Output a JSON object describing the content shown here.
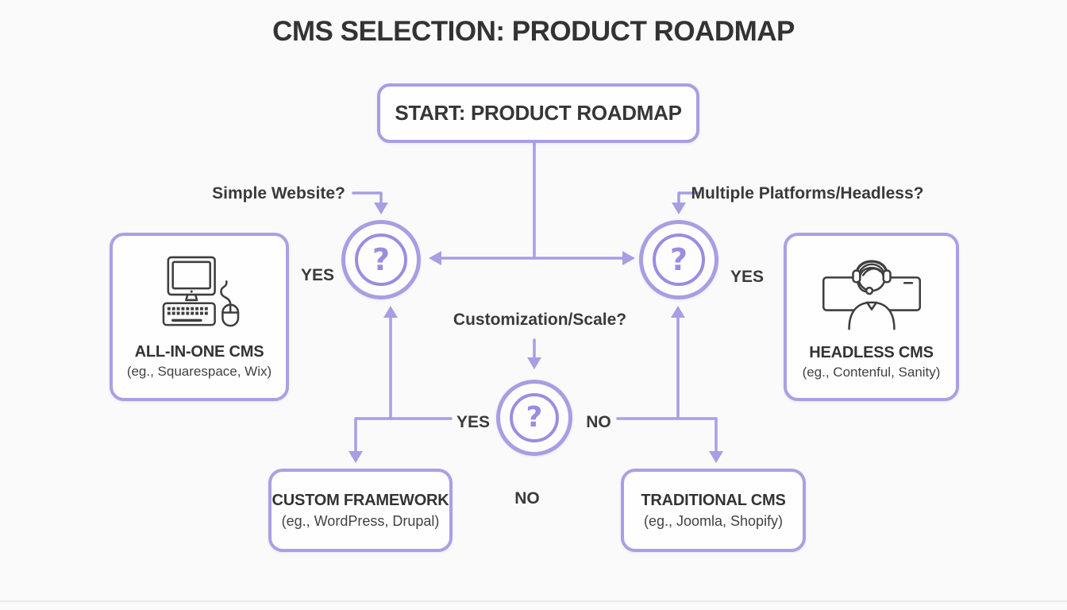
{
  "colors": {
    "background": "#fafafa",
    "accent_purple": "#a89ee3",
    "question_purple": "#9c8ce0",
    "text_dark": "#333333",
    "subtext": "#424242",
    "icon_stroke": "#3f3f3f"
  },
  "title": "CMS SELECTION: PRODUCT ROADMAP",
  "start_node": {
    "label": "START: PRODUCT ROADMAP"
  },
  "decision_nodes": [
    {
      "id": "simple-website",
      "question": "Simple Website?",
      "glyph": "?"
    },
    {
      "id": "multiple-platforms",
      "question": "Multiple Platforms/Headless?",
      "glyph": "?"
    },
    {
      "id": "customization-scale",
      "question": "Customization/Scale?",
      "glyph": "?"
    }
  ],
  "edge_labels": [
    {
      "id": "left-yes",
      "text": "YES"
    },
    {
      "id": "right-yes",
      "text": "YES"
    },
    {
      "id": "middle-yes",
      "text": "YES"
    },
    {
      "id": "middle-no",
      "text": "NO"
    },
    {
      "id": "bottom-no",
      "text": "NO"
    }
  ],
  "outcome_boxes": [
    {
      "id": "all-in-one",
      "title": "ALL-IN-ONE CMS",
      "subtitle": "(eg., Squarespace, Wix)",
      "icon": "desktop-computer-icon"
    },
    {
      "id": "headless",
      "title": "HEADLESS CMS",
      "subtitle": "(eg., Contenful, Sanity)",
      "icon": "support-agent-icon"
    },
    {
      "id": "custom-framework",
      "title": "CUSTOM FRAMEWORK",
      "subtitle": "(eg., WordPress, Drupal)",
      "icon": ""
    },
    {
      "id": "traditional",
      "title": "TRADITIONAL CMS",
      "subtitle": "(eg., Joomla, Shopify)",
      "icon": ""
    }
  ]
}
